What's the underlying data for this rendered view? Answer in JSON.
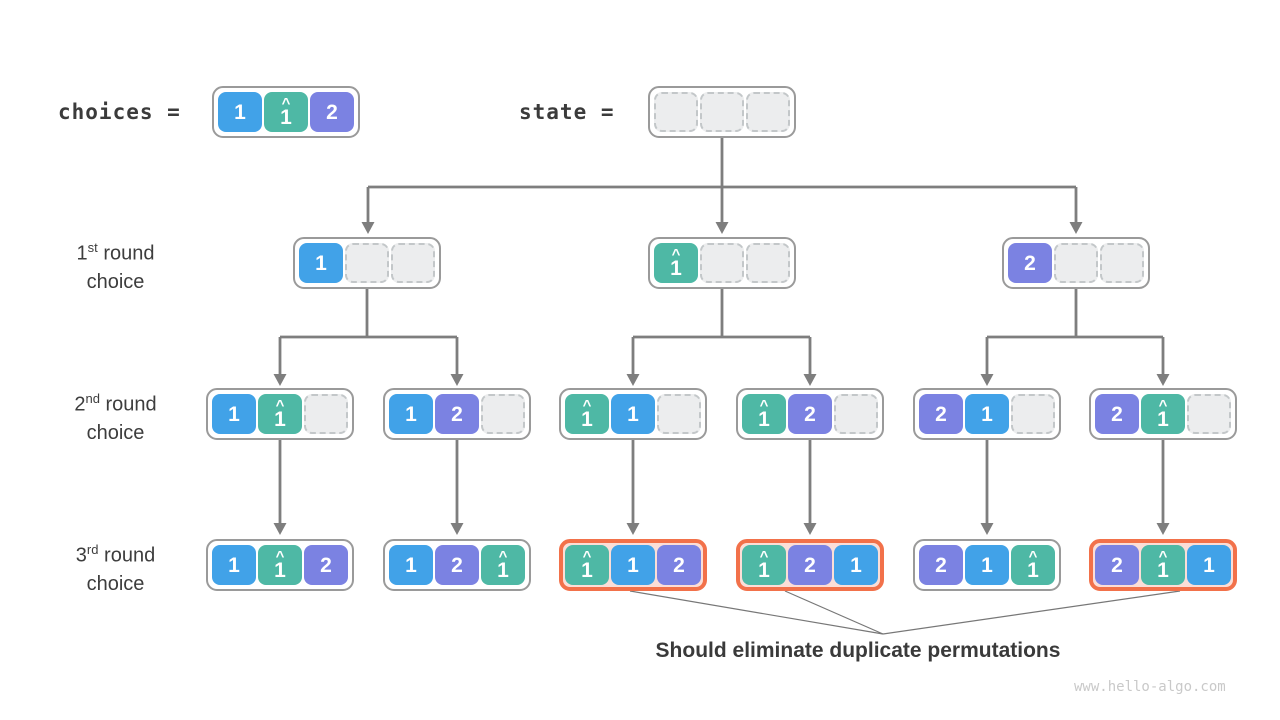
{
  "palette": {
    "one": "#41a2e8",
    "one_hat": "#4eb8a5",
    "two": "#7b82e2",
    "highlight_border": "#f2714a",
    "highlight_bg": "#fbded7",
    "connector": "#7e7e7e"
  },
  "header": {
    "choices_label": "choices =",
    "state_label": "state ="
  },
  "rows": [
    {
      "ordinal": "1",
      "suffix": "st",
      "rest": " round",
      "line2": "choice"
    },
    {
      "ordinal": "2",
      "suffix": "nd",
      "rest": " round",
      "line2": "choice"
    },
    {
      "ordinal": "3",
      "suffix": "rd",
      "rest": " round",
      "line2": "choice"
    }
  ],
  "nodes": {
    "choices": {
      "cells": [
        "1",
        "1̂",
        "2"
      ],
      "highlight": false
    },
    "state": {
      "cells": [
        "",
        "",
        ""
      ],
      "highlight": false
    },
    "level1": [
      {
        "cells": [
          "1",
          "",
          ""
        ],
        "highlight": false
      },
      {
        "cells": [
          "1̂",
          "",
          ""
        ],
        "highlight": false
      },
      {
        "cells": [
          "2",
          "",
          ""
        ],
        "highlight": false
      }
    ],
    "level2": [
      {
        "cells": [
          "1",
          "1̂",
          ""
        ],
        "highlight": false
      },
      {
        "cells": [
          "1",
          "2",
          ""
        ],
        "highlight": false
      },
      {
        "cells": [
          "1̂",
          "1",
          ""
        ],
        "highlight": false
      },
      {
        "cells": [
          "1̂",
          "2",
          ""
        ],
        "highlight": false
      },
      {
        "cells": [
          "2",
          "1",
          ""
        ],
        "highlight": false
      },
      {
        "cells": [
          "2",
          "1̂",
          ""
        ],
        "highlight": false
      }
    ],
    "level3": [
      {
        "cells": [
          "1",
          "1̂",
          "2"
        ],
        "highlight": false
      },
      {
        "cells": [
          "1",
          "2",
          "1̂"
        ],
        "highlight": false
      },
      {
        "cells": [
          "1̂",
          "1",
          "2"
        ],
        "highlight": true
      },
      {
        "cells": [
          "1̂",
          "2",
          "1"
        ],
        "highlight": true
      },
      {
        "cells": [
          "2",
          "1",
          "1̂"
        ],
        "highlight": false
      },
      {
        "cells": [
          "2",
          "1̂",
          "1"
        ],
        "highlight": true
      }
    ]
  },
  "annotation": "Should eliminate duplicate permutations",
  "watermark": "www.hello-algo.com"
}
